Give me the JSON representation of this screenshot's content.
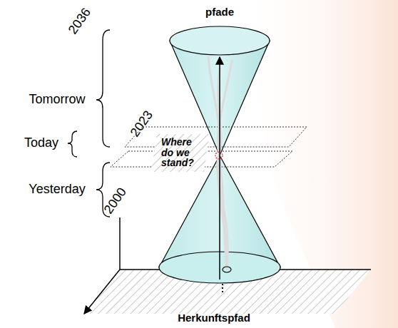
{
  "diagram": {
    "nodes": [
      {
        "text": [
          "Where do we stand?"
        ]
      }
    ],
    "labels": [
      "2036",
      "pfade",
      "Tomorrow",
      "2023",
      "Today",
      "Yesterday",
      "2000",
      "Herkunftspfad"
    ]
  }
}
